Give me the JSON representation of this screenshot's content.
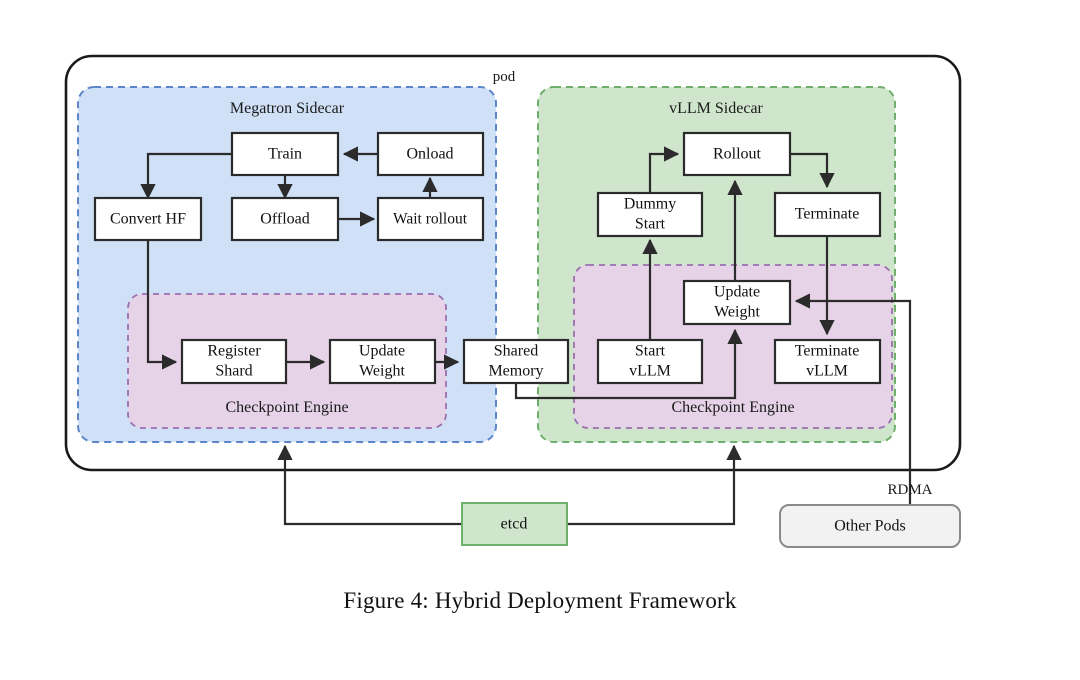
{
  "figure": {
    "caption": "Figure 4: Hybrid Deployment Framework",
    "pod_label": "pod"
  },
  "colors": {
    "megatron_fill": "#cfe0f7",
    "megatron_stroke": "#5b86c9",
    "vllm_fill": "#cfe6cd",
    "vllm_stroke": "#6fae6b",
    "checkpoint_fill": "#e6d3e8",
    "checkpoint_stroke": "#9b6fae",
    "etcd_fill": "#cfe6cd",
    "etcd_stroke": "#6fae6b",
    "otherpods_fill": "#f2f2f2",
    "otherpods_stroke": "#8a8a8a",
    "node_fill": "#ffffff",
    "stroke": "#2b2b2b"
  },
  "groups": {
    "megatron": {
      "label": "Megatron Sidecar"
    },
    "vllm": {
      "label": "vLLM Sidecar"
    },
    "checkpoint_left": {
      "label": "Checkpoint Engine"
    },
    "checkpoint_right": {
      "label": "Checkpoint Engine"
    }
  },
  "nodes": {
    "train": {
      "label": "Train"
    },
    "onload": {
      "label": "Onload"
    },
    "convert_hf": {
      "label": "Convert HF"
    },
    "offload": {
      "label": "Offload"
    },
    "wait_rollout": {
      "label": "Wait rollout"
    },
    "register_shard": {
      "label_line1": "Register",
      "label_line2": "Shard"
    },
    "update_weight_left": {
      "label_line1": "Update",
      "label_line2": "Weight"
    },
    "shared_memory": {
      "label_line1": "Shared",
      "label_line2": "Memory"
    },
    "rollout": {
      "label": "Rollout"
    },
    "dummy_start": {
      "label_line1": "Dummy",
      "label_line2": "Start"
    },
    "terminate": {
      "label": "Terminate"
    },
    "update_weight_right": {
      "label_line1": "Update",
      "label_line2": "Weight"
    },
    "start_vllm": {
      "label_line1": "Start",
      "label_line2": "vLLM"
    },
    "terminate_vllm": {
      "label_line1": "Terminate",
      "label_line2": "vLLM"
    },
    "etcd": {
      "label": "etcd"
    },
    "other_pods": {
      "label": "Other Pods"
    }
  },
  "edges": {
    "rdma_label": "RDMA"
  }
}
